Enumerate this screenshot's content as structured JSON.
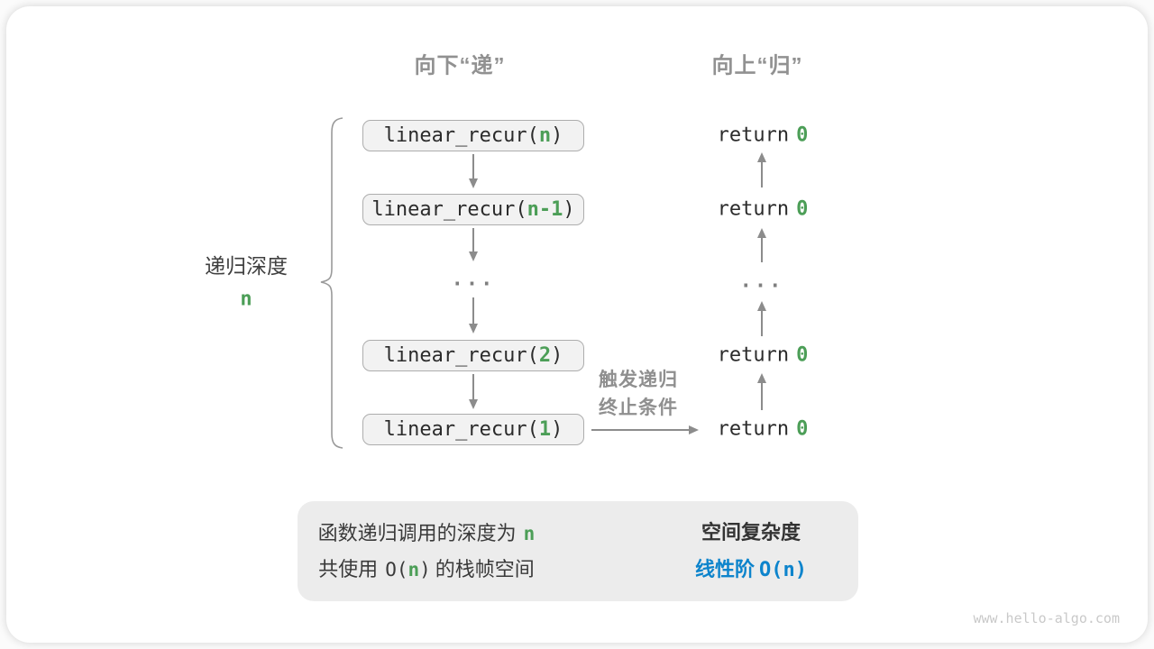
{
  "headers": {
    "down": "向下“递”",
    "up": "向上“归”"
  },
  "depth": {
    "label": "递归深度",
    "value": "n"
  },
  "calls": [
    {
      "prefix": "linear_recur(",
      "arg": "n",
      "suffix": ")"
    },
    {
      "prefix": "linear_recur(",
      "arg": "n-1",
      "suffix": ")"
    },
    {
      "prefix": "linear_recur(",
      "arg": "2",
      "suffix": ")"
    },
    {
      "prefix": "linear_recur(",
      "arg": "1",
      "suffix": ")"
    }
  ],
  "returns": [
    {
      "keyword": "return",
      "value": "0"
    },
    {
      "keyword": "return",
      "value": "0"
    },
    {
      "keyword": "return",
      "value": "0"
    },
    {
      "keyword": "return",
      "value": "0"
    }
  ],
  "ellipsis": "...",
  "trigger": {
    "line1": "触发递归",
    "line2": "终止条件"
  },
  "summary": {
    "line1_text": "函数递归调用的深度为",
    "line1_value": "n",
    "line2_pre": "共使用",
    "line2_open": "O(",
    "line2_value": "n",
    "line2_close": ")",
    "line2_post": "的栈帧空间",
    "title": "空间复杂度",
    "result_label": "线性阶",
    "result_value": "O(n)"
  },
  "watermark": "www.hello-algo.com",
  "colors": {
    "green": "#4c9e57",
    "blue": "#0d84cc"
  }
}
